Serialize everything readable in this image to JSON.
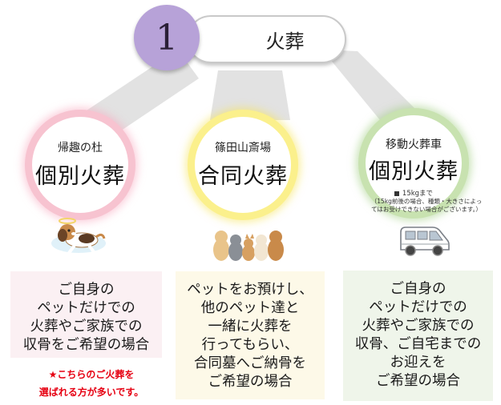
{
  "header": {
    "number": "1",
    "title": "火葬"
  },
  "options": [
    {
      "place": "帰趣の杜",
      "type": "個別火葬",
      "description_lines": [
        "ご自身の",
        "ペットだけでの",
        "火葬やご家族での",
        "収骨をご希望の場合"
      ],
      "note_lines": [
        "★こちらのご火葬を",
        "選ばれる方が多いです。"
      ],
      "illustration": "dog-icon",
      "color": "#f7c3d0"
    },
    {
      "place": "篠田山斎場",
      "type": "合同火葬",
      "description_lines": [
        "ペットをお預けし、",
        "他のペット達と",
        "一緒に火葬を",
        "行ってもらい、",
        "合同墓へご納骨を",
        "ご希望の場合"
      ],
      "illustration": "pets-group-icon",
      "color": "#fbf08c"
    },
    {
      "place": "移動火葬車",
      "type": "個別火葬",
      "weight": "15kgまで",
      "weight_note_lines": [
        "（15kg前後の場合、種類・大きさによっ",
        "てはお受けできない場合がございます。）"
      ],
      "description_lines": [
        "ご自身の",
        "ペットだけでの",
        "火葬やご家族での",
        "収骨、ご自宅までの",
        "お迎えを",
        "ご希望の場合"
      ],
      "illustration": "van-icon",
      "color": "#c8e2b0"
    }
  ],
  "colors": {
    "accent_circle": "#b7a2d8",
    "connector": "#e2e2e2",
    "note_red": "#e60012"
  }
}
